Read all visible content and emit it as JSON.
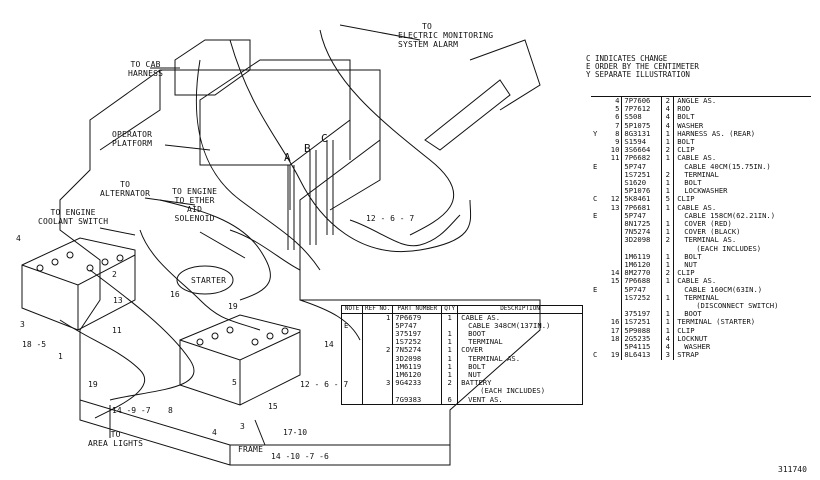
{
  "labels": {
    "electric_monitoring": [
      "TO",
      "ELECTRIC MONITORING",
      "SYSTEM ALARM"
    ],
    "cab_harness": [
      "TO CAB",
      "HARNESS"
    ],
    "operator_platform": [
      "OPERATOR",
      "PLATFORM"
    ],
    "alternator": [
      "TO",
      "ALTERNATOR"
    ],
    "ether_aid": [
      "TO ENGINE",
      "TO ETHER",
      "AID",
      "SOLENOID"
    ],
    "coolant_switch": [
      "TO ENGINE",
      "COOLANT SWITCH"
    ],
    "starter": "STARTER",
    "area_lights": [
      "TO",
      "AREA LIGHTS"
    ],
    "frame": "FRAME",
    "abc": [
      "A",
      "B",
      "C"
    ]
  },
  "callouts": {
    "c4": "4",
    "c2": "2",
    "c13": "13",
    "c11": "11",
    "c3": "3",
    "c18_5": "18 -5",
    "c1": "1",
    "c19a": "19",
    "c14_9_7": "14 -9 -7",
    "c8": "8",
    "c16": "16",
    "c19b": "19",
    "c12_6_7a": "12 - 6 - 7",
    "c15": "15",
    "c14": "14",
    "c12_6_7b": "12 - 6 - 7",
    "c17_10": "17-10",
    "c14_10_7_6": "14 -10 -7 -6",
    "c3b": "3",
    "c4b": "4",
    "c5": "5"
  },
  "legend": [
    "C  INDICATES CHANGE",
    "E  ORDER BY THE CENTIMETER",
    "Y  SEPARATE ILLUSTRATION"
  ],
  "table_left": {
    "headers": [
      "NOTE",
      "REF NO.",
      "PART NUMBER",
      "QTY",
      "DESCRIPTION"
    ],
    "rows": [
      [
        "",
        "1",
        "7P6679",
        "1",
        "CABLE AS."
      ],
      [
        "E",
        "",
        "5P747",
        "",
        "CABLE 348CM(137IN.)"
      ],
      [
        "",
        "",
        "375197",
        "1",
        "BOOT"
      ],
      [
        "",
        "",
        "1S7252",
        "1",
        "TERMINAL"
      ],
      [
        "",
        "2",
        "7N5274",
        "1",
        "COVER"
      ],
      [
        "",
        "",
        "3D2098",
        "1",
        "TERMINAL AS."
      ],
      [
        "",
        "",
        "1M6119",
        "1",
        "BOLT"
      ],
      [
        "",
        "",
        "1M6120",
        "1",
        "NUT"
      ],
      [
        "",
        "3",
        "9G4233",
        "2",
        "BATTERY"
      ],
      [
        "",
        "",
        "",
        "",
        "(EACH INCLUDES)"
      ],
      [
        "",
        "",
        "7G9383",
        "6",
        "VENT AS."
      ]
    ]
  },
  "table_right": {
    "rows": [
      [
        "",
        "4",
        "7P7606",
        "2",
        "ANGLE AS."
      ],
      [
        "",
        "5",
        "7P7612",
        "4",
        "ROD"
      ],
      [
        "",
        "6",
        "S508",
        "4",
        "BOLT"
      ],
      [
        "",
        "7",
        "5P1075",
        "4",
        "WASHER"
      ],
      [
        "Y",
        "8",
        "8G3131",
        "1",
        "HARNESS AS. (REAR)"
      ],
      [
        "",
        "9",
        "S1594",
        "1",
        "BOLT"
      ],
      [
        "",
        "10",
        "3S6664",
        "2",
        "CLIP"
      ],
      [
        "",
        "11",
        "7P6682",
        "1",
        "CABLE AS."
      ],
      [
        "E",
        "",
        "5P747",
        "",
        "CABLE 40CM(15.75IN.)"
      ],
      [
        "",
        "",
        "1S7251",
        "2",
        "TERMINAL"
      ],
      [
        "",
        "",
        "S1620",
        "1",
        "BOLT"
      ],
      [
        "",
        "",
        "5P1076",
        "1",
        "LOCKWASHER"
      ],
      [
        "C",
        "12",
        "5K8461",
        "5",
        "CLIP"
      ],
      [
        "",
        "13",
        "7P6681",
        "1",
        "CABLE AS."
      ],
      [
        "E",
        "",
        "5P747",
        "",
        "CABLE 158CM(62.21IN.)"
      ],
      [
        "",
        "",
        "8N1725",
        "1",
        "COVER (RED)"
      ],
      [
        "",
        "",
        "7N5274",
        "1",
        "COVER (BLACK)"
      ],
      [
        "",
        "",
        "3D2098",
        "2",
        "TERMINAL AS."
      ],
      [
        "",
        "",
        "",
        "",
        "(EACH INCLUDES)"
      ],
      [
        "",
        "",
        "1M6119",
        "1",
        "BOLT"
      ],
      [
        "",
        "",
        "1M6120",
        "1",
        "NUT"
      ],
      [
        "",
        "14",
        "8M2770",
        "2",
        "CLIP"
      ],
      [
        "",
        "15",
        "7P6688",
        "1",
        "CABLE AS."
      ],
      [
        "E",
        "",
        "5P747",
        "",
        "CABLE 160CM(63IN.)"
      ],
      [
        "",
        "",
        "1S7252",
        "1",
        "TERMINAL"
      ],
      [
        "",
        "",
        "",
        "",
        "(DISCONNECT SWITCH)"
      ],
      [
        "",
        "",
        "375197",
        "1",
        "BOOT"
      ],
      [
        "",
        "16",
        "1S7251",
        "1",
        "TERMINAL (STARTER)"
      ],
      [
        "",
        "17",
        "5P9088",
        "1",
        "CLIP"
      ],
      [
        "",
        "18",
        "2G5235",
        "4",
        "LOCKNUT"
      ],
      [
        "",
        "",
        "5P4115",
        "4",
        "WASHER"
      ],
      [
        "C",
        "19",
        "8L6413",
        "3",
        "STRAP"
      ]
    ]
  },
  "illustration_number": "311740"
}
